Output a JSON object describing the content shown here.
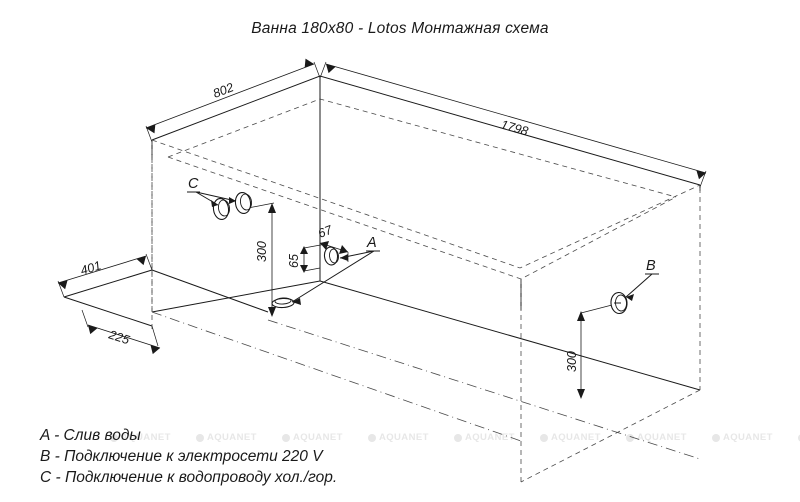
{
  "title": "Ванна 180x80 - Lotos Монтажная схема",
  "drawing": {
    "dimensions": {
      "width_top": "802",
      "length_top": "1798",
      "drain_offset_left": "401",
      "drain_offset_front": "225",
      "water_supply_height": "300",
      "electric_height": "300",
      "drain_height": "65",
      "drain_horizontal": "67"
    },
    "markers": {
      "drain": "A",
      "electric": "B",
      "water": "C"
    }
  },
  "legend": {
    "lines": [
      "A - Слив воды",
      "B - Подключение к электросети 220 V",
      "C - Подключение к водопроводу хол./гор."
    ]
  },
  "watermark": {
    "text": "AQUANET",
    "color": "#e7e7e7"
  }
}
